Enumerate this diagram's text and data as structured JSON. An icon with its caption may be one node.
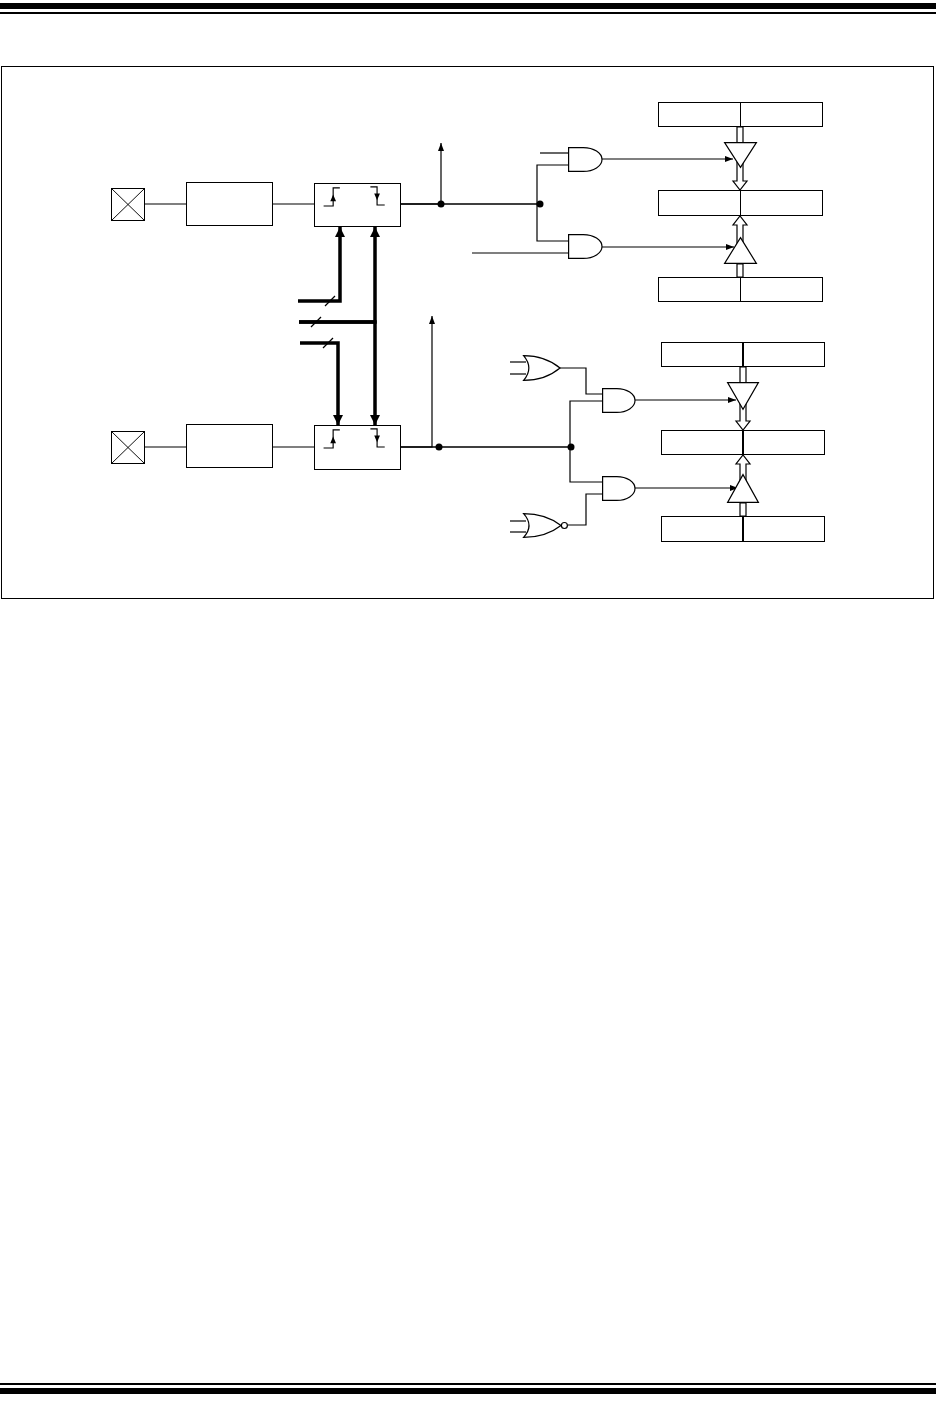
{
  "diagram": {
    "nodes": [
      {
        "text": [],
        "shape": "box"
      },
      {
        "text": [],
        "shape": "box"
      },
      {
        "text": [],
        "shape": "box"
      },
      {
        "text": [],
        "shape": "gate"
      },
      {
        "text": [],
        "shape": "gate"
      },
      {
        "text": [],
        "shape": "box"
      },
      {
        "text": [],
        "shape": "triangle"
      },
      {
        "text": [],
        "shape": "box"
      },
      {
        "text": [],
        "shape": "triangle"
      },
      {
        "text": [],
        "shape": "box"
      },
      {
        "text": [],
        "shape": "box"
      },
      {
        "text": [],
        "shape": "box"
      },
      {
        "text": [],
        "shape": "box"
      },
      {
        "text": [],
        "shape": "gate"
      },
      {
        "text": [],
        "shape": "gate"
      },
      {
        "text": [],
        "shape": "gate"
      },
      {
        "text": [],
        "shape": "gate"
      },
      {
        "text": [],
        "shape": "box"
      },
      {
        "text": [],
        "shape": "triangle"
      },
      {
        "text": [],
        "shape": "box"
      },
      {
        "text": [],
        "shape": "triangle"
      },
      {
        "text": [],
        "shape": "box"
      }
    ],
    "edges": [
      {
        "from": 0,
        "to": 1,
        "arrow": "none"
      },
      {
        "from": 1,
        "to": 2,
        "arrow": "none"
      },
      {
        "from": 2,
        "to": 3,
        "arrow": "none"
      },
      {
        "from": 2,
        "to": 4,
        "arrow": "none"
      },
      {
        "from": 2,
        "to": null,
        "arrow": "to"
      },
      {
        "from": null,
        "to": 3,
        "arrow": "none"
      },
      {
        "from": null,
        "to": 4,
        "arrow": "none"
      },
      {
        "from": 3,
        "to": 6,
        "arrow": "to"
      },
      {
        "from": 4,
        "to": 8,
        "arrow": "to"
      },
      {
        "from": 5,
        "to": 6,
        "arrow": "none",
        "style": "thick"
      },
      {
        "from": 6,
        "to": 7,
        "arrow": "to",
        "style": "thick"
      },
      {
        "from": 9,
        "to": 8,
        "arrow": "none",
        "style": "thick"
      },
      {
        "from": 8,
        "to": 7,
        "arrow": "to",
        "style": "thick"
      },
      {
        "from": null,
        "to": 2,
        "arrow": "to",
        "style": "thick"
      },
      {
        "from": null,
        "to": 2,
        "arrow": "to",
        "style": "thick"
      },
      {
        "from": null,
        "to": 12,
        "arrow": "to",
        "style": "thick"
      },
      {
        "from": null,
        "to": 12,
        "arrow": "to",
        "style": "thick"
      },
      {
        "from": 10,
        "to": 11,
        "arrow": "none"
      },
      {
        "from": 11,
        "to": 12,
        "arrow": "none"
      },
      {
        "from": 12,
        "to": 14,
        "arrow": "none"
      },
      {
        "from": 12,
        "to": 15,
        "arrow": "none"
      },
      {
        "from": 12,
        "to": null,
        "arrow": "to"
      },
      {
        "from": 13,
        "to": 14,
        "arrow": "none"
      },
      {
        "from": 16,
        "to": 15,
        "arrow": "none"
      },
      {
        "from": null,
        "to": 13,
        "arrow": "none"
      },
      {
        "from": null,
        "to": 13,
        "arrow": "none"
      },
      {
        "from": null,
        "to": 16,
        "arrow": "none"
      },
      {
        "from": null,
        "to": 16,
        "arrow": "none"
      },
      {
        "from": 14,
        "to": 18,
        "arrow": "to"
      },
      {
        "from": 15,
        "to": 20,
        "arrow": "to"
      },
      {
        "from": 17,
        "to": 18,
        "arrow": "none",
        "style": "thick"
      },
      {
        "from": 18,
        "to": 19,
        "arrow": "to",
        "style": "thick"
      },
      {
        "from": 21,
        "to": 20,
        "arrow": "none",
        "style": "thick"
      },
      {
        "from": 20,
        "to": 19,
        "arrow": "to",
        "style": "thick"
      }
    ]
  }
}
